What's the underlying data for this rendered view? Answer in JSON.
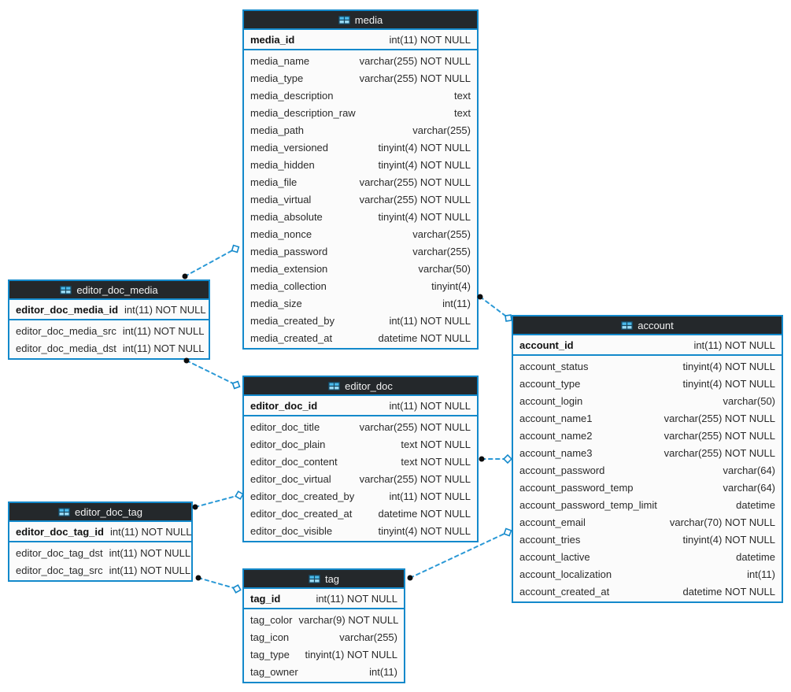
{
  "colors": {
    "accent": "#1389cb",
    "relationship_line": "#2b99d6",
    "header_background": "#24282b",
    "header_text": "#f2f2f2",
    "icon_blue": "#4ab9ea",
    "row_background": "#fbfbfb",
    "row_text": "#2a2a2a"
  },
  "tables": [
    {
      "name": "media",
      "icon": "table-icon",
      "columns": [
        {
          "name": "media_id",
          "type": "int(11) NOT NULL",
          "pk": true
        },
        {
          "name": "media_name",
          "type": "varchar(255) NOT NULL"
        },
        {
          "name": "media_type",
          "type": "varchar(255) NOT NULL"
        },
        {
          "name": "media_description",
          "type": "text"
        },
        {
          "name": "media_description_raw",
          "type": "text"
        },
        {
          "name": "media_path",
          "type": "varchar(255)"
        },
        {
          "name": "media_versioned",
          "type": "tinyint(4) NOT NULL"
        },
        {
          "name": "media_hidden",
          "type": "tinyint(4) NOT NULL"
        },
        {
          "name": "media_file",
          "type": "varchar(255) NOT NULL"
        },
        {
          "name": "media_virtual",
          "type": "varchar(255) NOT NULL"
        },
        {
          "name": "media_absolute",
          "type": "tinyint(4) NOT NULL"
        },
        {
          "name": "media_nonce",
          "type": "varchar(255)"
        },
        {
          "name": "media_password",
          "type": "varchar(255)"
        },
        {
          "name": "media_extension",
          "type": "varchar(50)"
        },
        {
          "name": "media_collection",
          "type": "tinyint(4)"
        },
        {
          "name": "media_size",
          "type": "int(11)"
        },
        {
          "name": "media_created_by",
          "type": "int(11) NOT NULL"
        },
        {
          "name": "media_created_at",
          "type": "datetime NOT NULL"
        }
      ]
    },
    {
      "name": "editor_doc_media",
      "icon": "table-icon",
      "columns": [
        {
          "name": "editor_doc_media_id",
          "type": "int(11) NOT NULL",
          "pk": true
        },
        {
          "name": "editor_doc_media_src",
          "type": "int(11) NOT NULL"
        },
        {
          "name": "editor_doc_media_dst",
          "type": "int(11) NOT NULL"
        }
      ]
    },
    {
      "name": "editor_doc",
      "icon": "table-icon",
      "columns": [
        {
          "name": "editor_doc_id",
          "type": "int(11) NOT NULL",
          "pk": true
        },
        {
          "name": "editor_doc_title",
          "type": "varchar(255) NOT NULL"
        },
        {
          "name": "editor_doc_plain",
          "type": "text NOT NULL"
        },
        {
          "name": "editor_doc_content",
          "type": "text NOT NULL"
        },
        {
          "name": "editor_doc_virtual",
          "type": "varchar(255) NOT NULL"
        },
        {
          "name": "editor_doc_created_by",
          "type": "int(11) NOT NULL"
        },
        {
          "name": "editor_doc_created_at",
          "type": "datetime NOT NULL"
        },
        {
          "name": "editor_doc_visible",
          "type": "tinyint(4) NOT NULL"
        }
      ]
    },
    {
      "name": "editor_doc_tag",
      "icon": "table-icon",
      "columns": [
        {
          "name": "editor_doc_tag_id",
          "type": "int(11) NOT NULL",
          "pk": true
        },
        {
          "name": "editor_doc_tag_dst",
          "type": "int(11) NOT NULL"
        },
        {
          "name": "editor_doc_tag_src",
          "type": "int(11) NOT NULL"
        }
      ]
    },
    {
      "name": "tag",
      "icon": "table-icon",
      "columns": [
        {
          "name": "tag_id",
          "type": "int(11) NOT NULL",
          "pk": true
        },
        {
          "name": "tag_color",
          "type": "varchar(9) NOT NULL"
        },
        {
          "name": "tag_icon",
          "type": "varchar(255)"
        },
        {
          "name": "tag_type",
          "type": "tinyint(1) NOT NULL"
        },
        {
          "name": "tag_owner",
          "type": "int(11)"
        }
      ]
    },
    {
      "name": "account",
      "icon": "table-icon",
      "columns": [
        {
          "name": "account_id",
          "type": "int(11) NOT NULL",
          "pk": true
        },
        {
          "name": "account_status",
          "type": "tinyint(4) NOT NULL"
        },
        {
          "name": "account_type",
          "type": "tinyint(4) NOT NULL"
        },
        {
          "name": "account_login",
          "type": "varchar(50)"
        },
        {
          "name": "account_name1",
          "type": "varchar(255) NOT NULL"
        },
        {
          "name": "account_name2",
          "type": "varchar(255) NOT NULL"
        },
        {
          "name": "account_name3",
          "type": "varchar(255) NOT NULL"
        },
        {
          "name": "account_password",
          "type": "varchar(64)"
        },
        {
          "name": "account_password_temp",
          "type": "varchar(64)"
        },
        {
          "name": "account_password_temp_limit",
          "type": "datetime"
        },
        {
          "name": "account_email",
          "type": "varchar(70) NOT NULL"
        },
        {
          "name": "account_tries",
          "type": "tinyint(4) NOT NULL"
        },
        {
          "name": "account_lactive",
          "type": "datetime"
        },
        {
          "name": "account_localization",
          "type": "int(11)"
        },
        {
          "name": "account_created_at",
          "type": "datetime NOT NULL"
        }
      ]
    }
  ],
  "relationships": [
    {
      "from": "editor_doc_media",
      "to": "media"
    },
    {
      "from": "editor_doc_media",
      "to": "editor_doc"
    },
    {
      "from": "editor_doc_tag",
      "to": "editor_doc"
    },
    {
      "from": "editor_doc_tag",
      "to": "tag"
    },
    {
      "from": "media",
      "to": "account"
    },
    {
      "from": "editor_doc",
      "to": "account"
    },
    {
      "from": "tag",
      "to": "account"
    }
  ]
}
